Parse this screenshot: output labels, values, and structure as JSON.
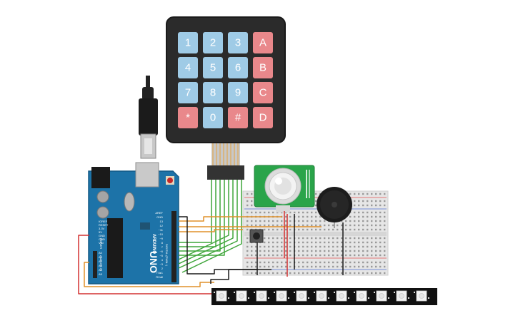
{
  "colors": {
    "key_blue": "#9fcbe6",
    "key_red": "#e9888b",
    "keypad_body": "#2b2b2b",
    "arduino_blue": "#1d73a8",
    "breadboard": "#e8e8e8",
    "pir_board": "#2aa44a",
    "wire_green": "#3ea53a",
    "wire_orange": "#e0912a",
    "wire_red": "#d43131",
    "wire_black": "#1a1a1a",
    "led_strip": "#111111"
  },
  "keypad": {
    "keys": [
      {
        "label": "1",
        "kind": "digit"
      },
      {
        "label": "2",
        "kind": "digit"
      },
      {
        "label": "3",
        "kind": "digit"
      },
      {
        "label": "A",
        "kind": "letter"
      },
      {
        "label": "4",
        "kind": "digit"
      },
      {
        "label": "5",
        "kind": "digit"
      },
      {
        "label": "6",
        "kind": "digit"
      },
      {
        "label": "B",
        "kind": "letter"
      },
      {
        "label": "7",
        "kind": "digit"
      },
      {
        "label": "8",
        "kind": "digit"
      },
      {
        "label": "9",
        "kind": "digit"
      },
      {
        "label": "C",
        "kind": "letter"
      },
      {
        "label": "*",
        "kind": "symbol"
      },
      {
        "label": "0",
        "kind": "digit"
      },
      {
        "label": "#",
        "kind": "symbol"
      },
      {
        "label": "D",
        "kind": "letter"
      }
    ]
  },
  "arduino": {
    "brand": "ARDUINO",
    "model": "UNO",
    "pin_labels": [
      "AREF",
      "GND",
      "13",
      "12",
      "~11",
      "~10",
      "~9",
      "8",
      "7",
      "~6",
      "~5",
      "4",
      "~3",
      "2",
      "TX▸1",
      "RX◂0"
    ],
    "power_labels": [
      "IOREF",
      "RESET",
      "3.3V",
      "5V",
      "GND",
      "GND",
      "VIN"
    ],
    "analog_labels": [
      "A0",
      "A1",
      "A2",
      "A3",
      "A4",
      "A5"
    ],
    "section_labels": [
      "POWER",
      "ANALOG IN",
      "DIGITAL (PWM~)"
    ]
  },
  "led_strip": {
    "pixel_count": 11
  }
}
